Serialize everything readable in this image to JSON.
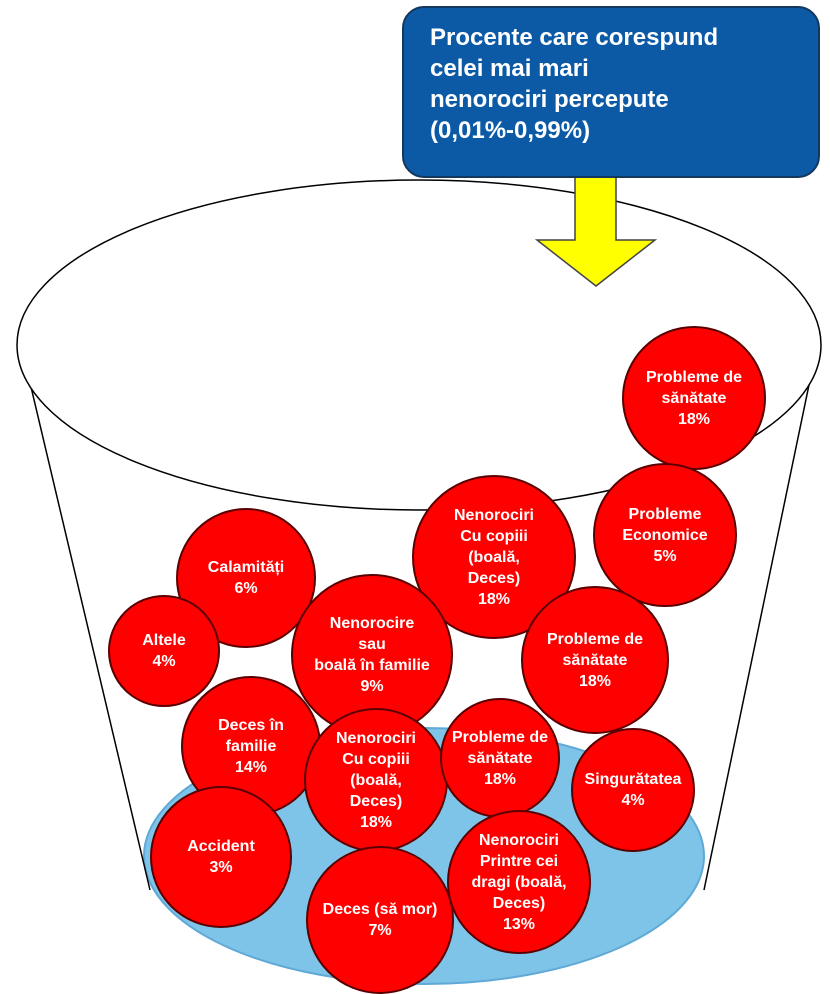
{
  "callout": {
    "lines": [
      "Procente care corespund",
      "celei mai mari",
      "nenorociri percepute",
      "(0,01%-0,99%)"
    ]
  },
  "colors": {
    "bubble": "#ff0000",
    "callout_bg": "#0c5aa6",
    "arrow": "#ffff00",
    "water": "#7ec3e8"
  },
  "bubbles": [
    {
      "id": "probleme-sanatate-top",
      "lines": [
        "Probleme de",
        "sănătate",
        "18%"
      ]
    },
    {
      "id": "probleme-economice",
      "lines": [
        "Probleme",
        "Economice",
        "5%"
      ]
    },
    {
      "id": "nenorociri-copii-top",
      "lines": [
        "Nenorociri",
        "Cu copiii",
        "(boală,",
        "Deces)",
        "18%"
      ]
    },
    {
      "id": "calamitati",
      "lines": [
        "Calamități",
        "6%"
      ]
    },
    {
      "id": "nenorocire-familie",
      "lines": [
        "Nenorocire",
        "sau",
        "boală în familie",
        "9%"
      ]
    },
    {
      "id": "altele",
      "lines": [
        "Altele",
        "4%"
      ]
    },
    {
      "id": "probleme-sanatate-mid",
      "lines": [
        "Probleme de",
        "sănătate",
        "18%"
      ]
    },
    {
      "id": "deces-familie",
      "lines": [
        "Deces în",
        "familie",
        "14%"
      ]
    },
    {
      "id": "nenorociri-copii-low",
      "lines": [
        "Nenorociri",
        "Cu copiii",
        "(boală,",
        "Deces)",
        "18%"
      ]
    },
    {
      "id": "probleme-sanatate-low",
      "lines": [
        "Probleme de",
        "sănătate",
        "18%"
      ]
    },
    {
      "id": "singuratatea",
      "lines": [
        "Singurătatea",
        "4%"
      ]
    },
    {
      "id": "accident",
      "lines": [
        "Accident",
        "3%"
      ]
    },
    {
      "id": "deces-sa-mor",
      "lines": [
        "Deces (să mor)",
        "7%"
      ]
    },
    {
      "id": "nenorociri-printre-cei-dragi",
      "lines": [
        "Nenorociri",
        "Printre cei",
        "dragi (boală,",
        "Deces)",
        "13%"
      ]
    }
  ]
}
